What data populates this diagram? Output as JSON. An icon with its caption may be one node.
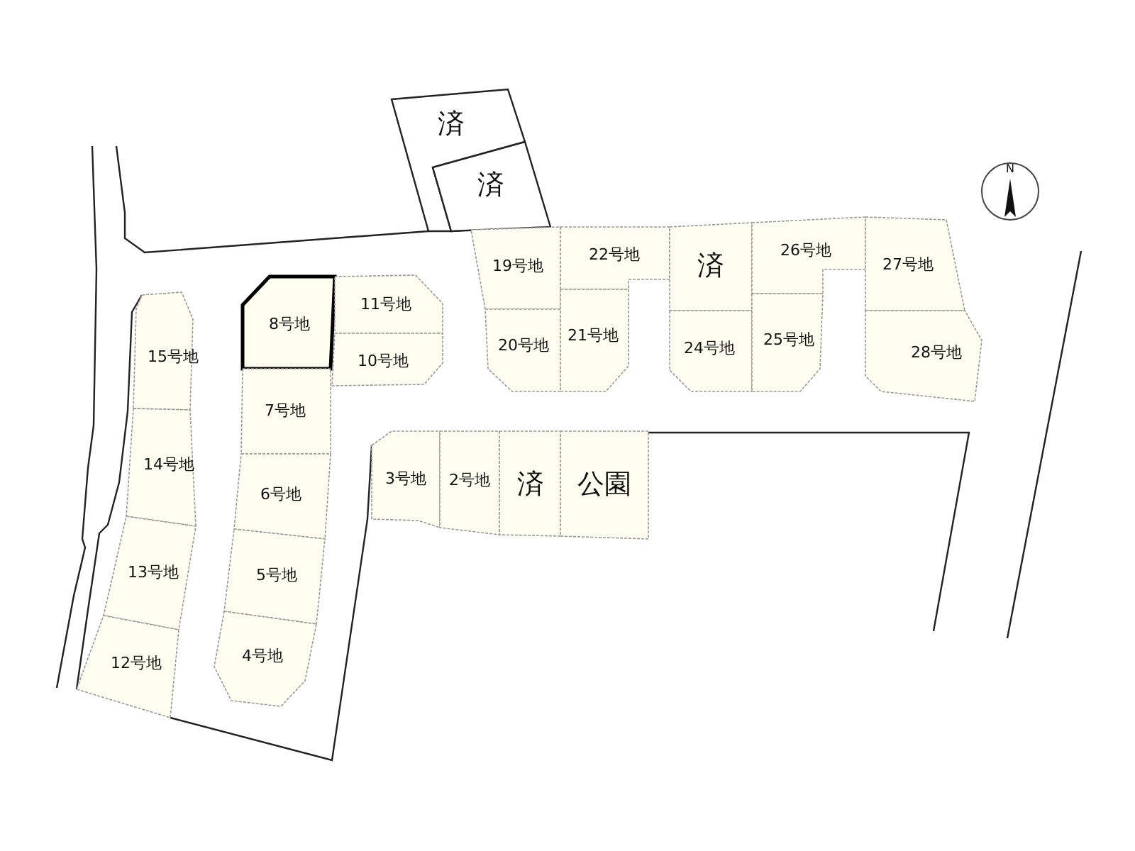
{
  "diagram": {
    "nodes": [
      {
        "text": [
          "済"
        ]
      },
      {
        "text": [
          "済"
        ]
      },
      {
        "text": [
          "19号地"
        ]
      },
      {
        "text": [
          "22号地"
        ]
      },
      {
        "text": [
          "済"
        ]
      },
      {
        "text": [
          "26号地"
        ]
      },
      {
        "text": [
          "27号地"
        ]
      },
      {
        "text": [
          "8号地"
        ]
      },
      {
        "text": [
          "11号地"
        ]
      },
      {
        "text": [
          "15号地"
        ]
      },
      {
        "text": [
          "20号地"
        ]
      },
      {
        "text": [
          "21号地"
        ]
      },
      {
        "text": [
          "24号地"
        ]
      },
      {
        "text": [
          "25号地"
        ]
      },
      {
        "text": [
          "28号地"
        ]
      },
      {
        "text": [
          "10号地"
        ]
      },
      {
        "text": [
          "7号地"
        ]
      },
      {
        "text": [
          "3号地"
        ]
      },
      {
        "text": [
          "2号地"
        ]
      },
      {
        "text": [
          "済"
        ]
      },
      {
        "text": [
          "公園"
        ]
      },
      {
        "text": [
          "14号地"
        ]
      },
      {
        "text": [
          "6号地"
        ]
      },
      {
        "text": [
          "5号地"
        ]
      },
      {
        "text": [
          "13号地"
        ]
      },
      {
        "text": [
          "4号地"
        ]
      },
      {
        "text": [
          "12号地"
        ]
      }
    ],
    "labels": [
      "N"
    ]
  }
}
